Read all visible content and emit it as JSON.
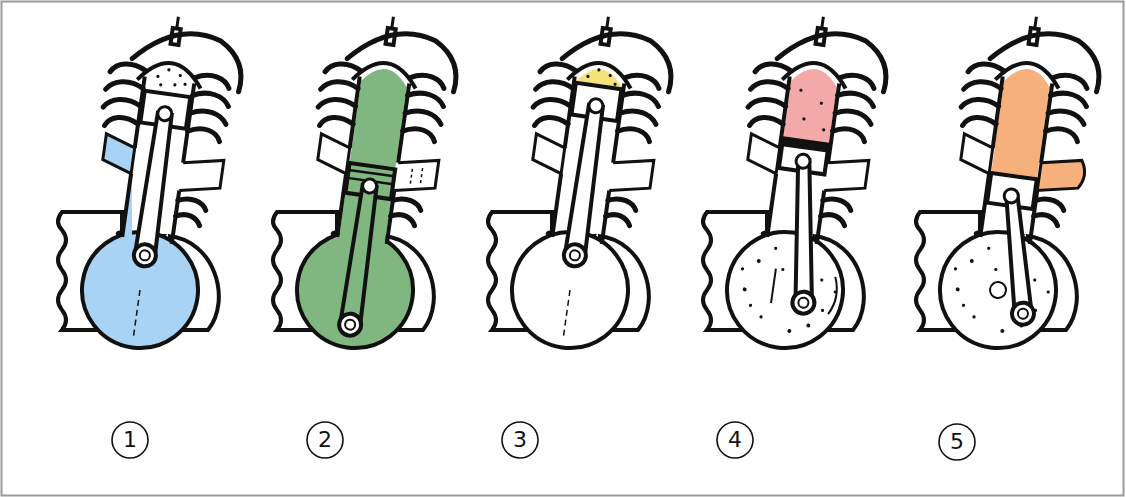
{
  "diagram": {
    "nodes": [
      {
        "text": [
          "1"
        ]
      },
      {
        "text": [
          "2"
        ]
      },
      {
        "text": [
          "3"
        ]
      },
      {
        "text": [
          "4"
        ]
      },
      {
        "text": [
          "5"
        ]
      }
    ]
  }
}
